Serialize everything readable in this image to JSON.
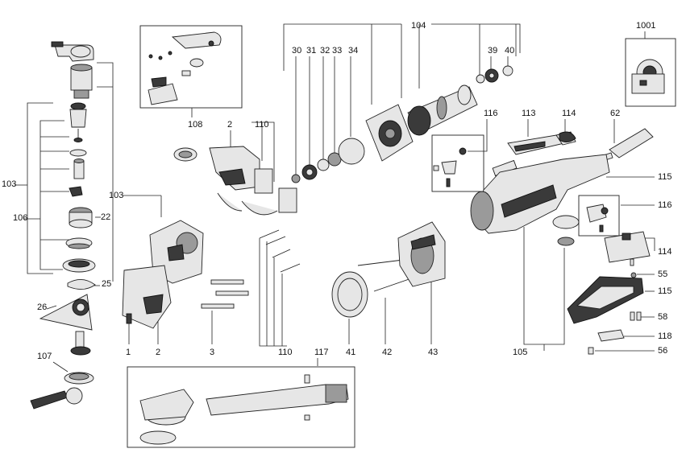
{
  "diagram": {
    "callouts": {
      "c104": "104",
      "c1001": "1001",
      "c30": "30",
      "c31": "31",
      "c32": "32",
      "c33": "33",
      "c34": "34",
      "c39": "39",
      "c40": "40",
      "c108": "108",
      "c2a": "2",
      "c110a": "110",
      "c116a": "116",
      "c113": "113",
      "c114a": "114",
      "c62": "62",
      "c103a": "103",
      "c103b": "103",
      "c115a": "115",
      "c106": "106",
      "c22": "22",
      "c116b": "116",
      "c114b": "114",
      "c55": "55",
      "c25": "25",
      "c26": "26",
      "c115b": "115",
      "c58": "58",
      "c118": "118",
      "c1": "1",
      "c2b": "2",
      "c3": "3",
      "c110b": "110",
      "c41": "41",
      "c42": "42",
      "c43": "43",
      "c105": "105",
      "c56": "56",
      "c107": "107",
      "c117": "117"
    }
  }
}
